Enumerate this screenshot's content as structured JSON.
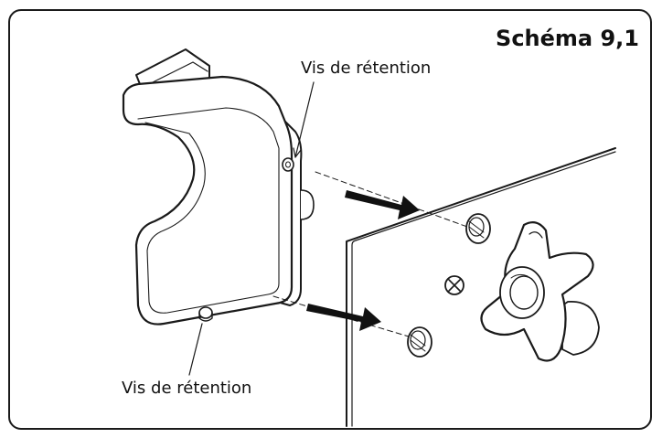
{
  "figure": {
    "title": "Schéma 9,1",
    "labels": {
      "top_screw": "Vis de rétention",
      "bottom_screw": "Vis de rétention"
    }
  },
  "icons": [
    "cover-panel-icon",
    "retention-screw-icon",
    "removal-arrow-icon",
    "threaded-stud-icon",
    "star-knob-icon",
    "phillips-screw-icon"
  ]
}
